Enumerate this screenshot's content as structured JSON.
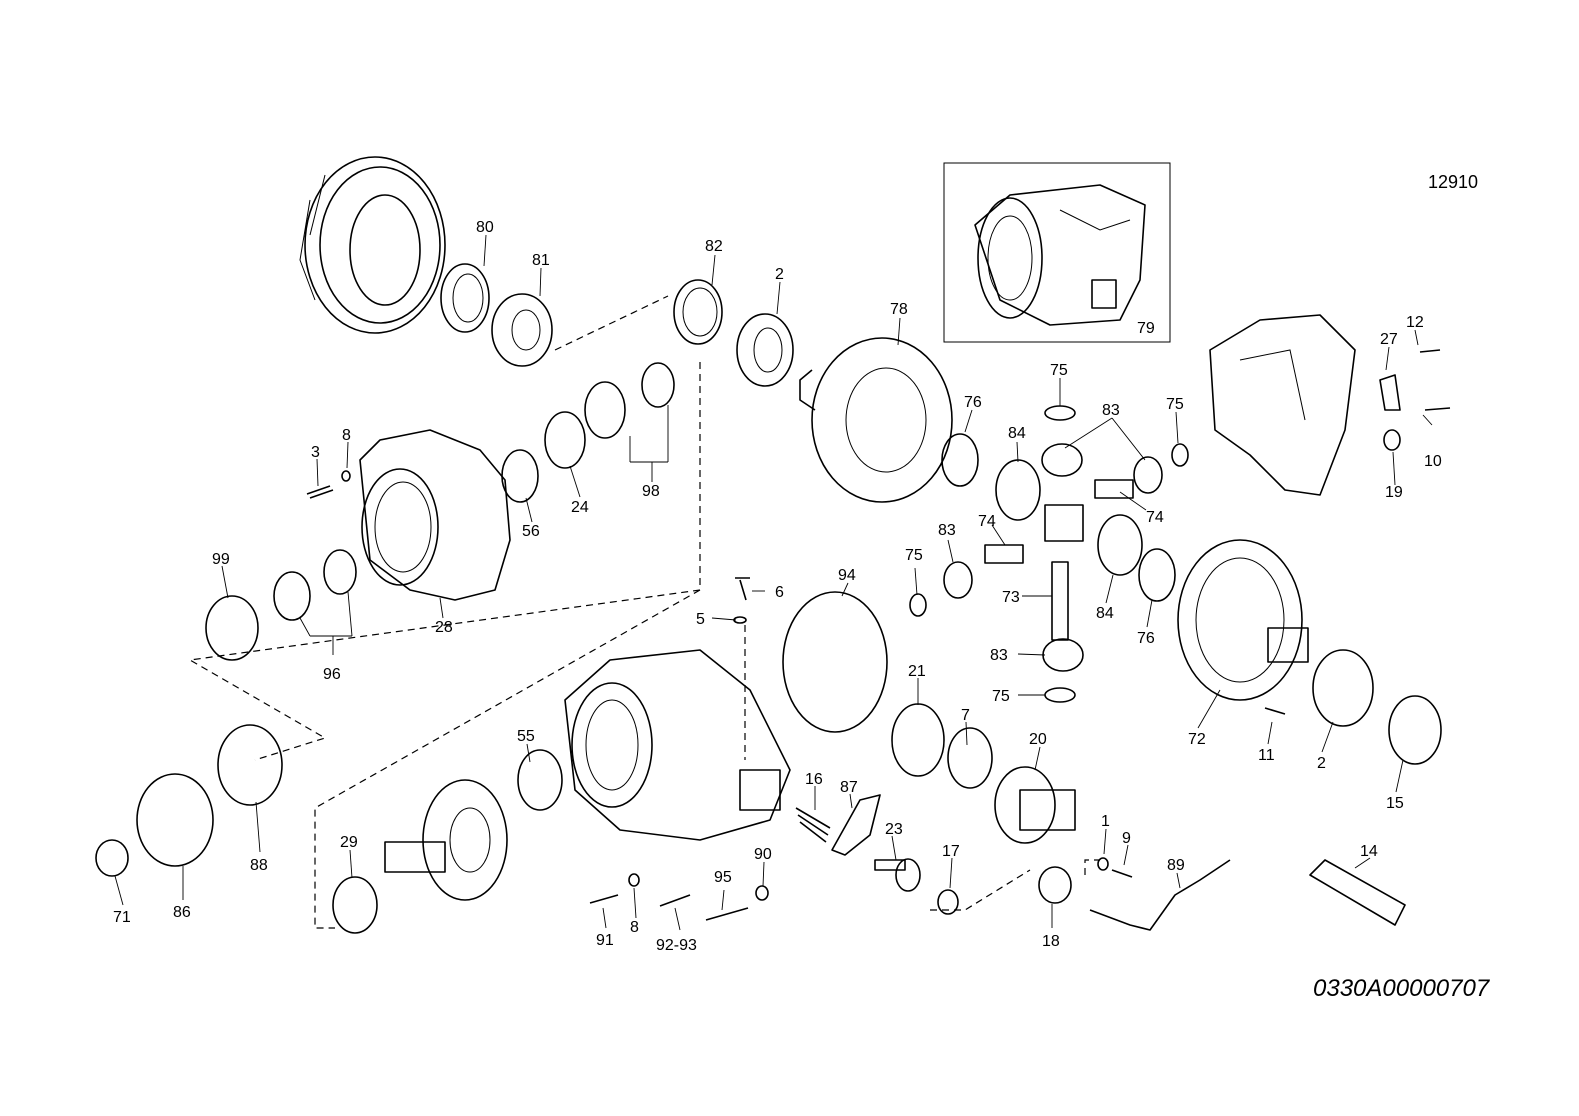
{
  "diagram": {
    "reference_number": "12910",
    "drawing_code": "0330A00000707",
    "labels": [
      "80",
      "81",
      "82",
      "2",
      "78",
      "79",
      "75",
      "83",
      "75",
      "12",
      "27",
      "76",
      "84",
      "74",
      "74",
      "10",
      "19",
      "3",
      "8",
      "56",
      "24",
      "98",
      "28",
      "99",
      "96",
      "83",
      "75",
      "73",
      "84",
      "76",
      "6",
      "94",
      "5",
      "83",
      "75",
      "72",
      "11",
      "2",
      "21",
      "7",
      "20",
      "15",
      "55",
      "16",
      "87",
      "23",
      "17",
      "1",
      "9",
      "89",
      "14",
      "29",
      "88",
      "71",
      "86",
      "91",
      "8",
      "95",
      "90",
      "92-93",
      "18"
    ]
  }
}
